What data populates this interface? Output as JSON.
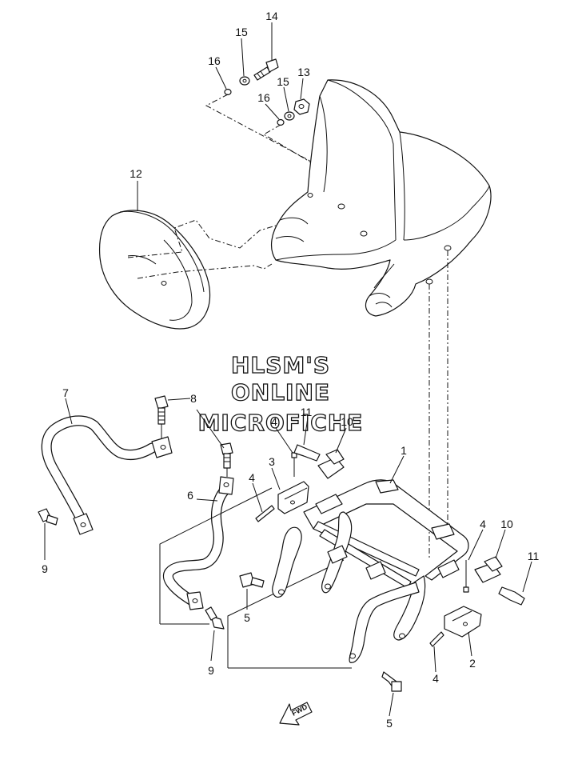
{
  "watermark": {
    "line1": "HLSM'S",
    "line2": "ONLINE",
    "line3": "MICROFICHE"
  },
  "fwd_label": "FWD",
  "callouts": {
    "c1": "1",
    "c2": "2",
    "c3": "3",
    "c4a": "4",
    "c4b": "4",
    "c4c": "4",
    "c4d": "4",
    "c5a": "5",
    "c5b": "5",
    "c6": "6",
    "c7": "7",
    "c8": "8",
    "c9a": "9",
    "c9b": "9",
    "c10a": "10",
    "c10b": "10",
    "c11a": "11",
    "c11b": "11",
    "c12": "12",
    "c13": "13",
    "c14": "14",
    "c15a": "15",
    "c15b": "15",
    "c16a": "16",
    "c16b": "16"
  }
}
